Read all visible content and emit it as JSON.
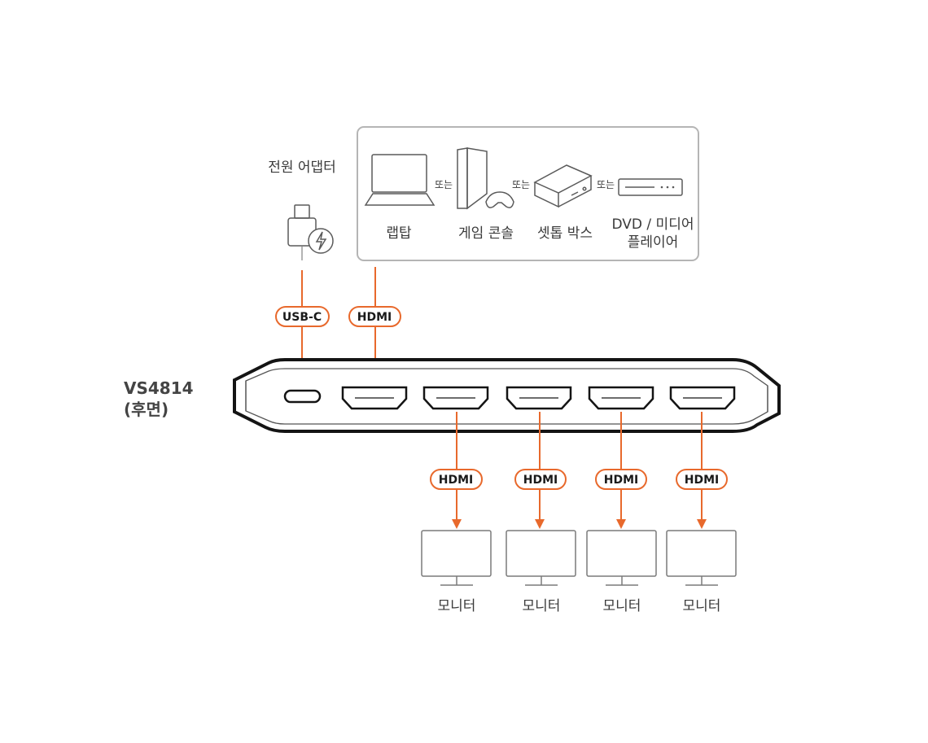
{
  "power_adapter": {
    "label": "전원 어댑터"
  },
  "sources": {
    "laptop": "랩탑",
    "console": "게임 콘솔",
    "settop": "셋톱 박스",
    "dvd_line1": "DVD / 미디어",
    "dvd_line2": "플레이어",
    "or": "또는"
  },
  "device": {
    "name": "VS4814",
    "side": "(후면)"
  },
  "tags": {
    "usb": "USB-C",
    "hdmi_in": "HDMI",
    "hdmi_out": [
      "HDMI",
      "HDMI",
      "HDMI",
      "HDMI"
    ]
  },
  "monitors": [
    "모니터",
    "모니터",
    "모니터",
    "모니터"
  ],
  "colors": {
    "accent": "#e8692c",
    "line": "#3a3a3a",
    "light": "#9a9a9a"
  }
}
